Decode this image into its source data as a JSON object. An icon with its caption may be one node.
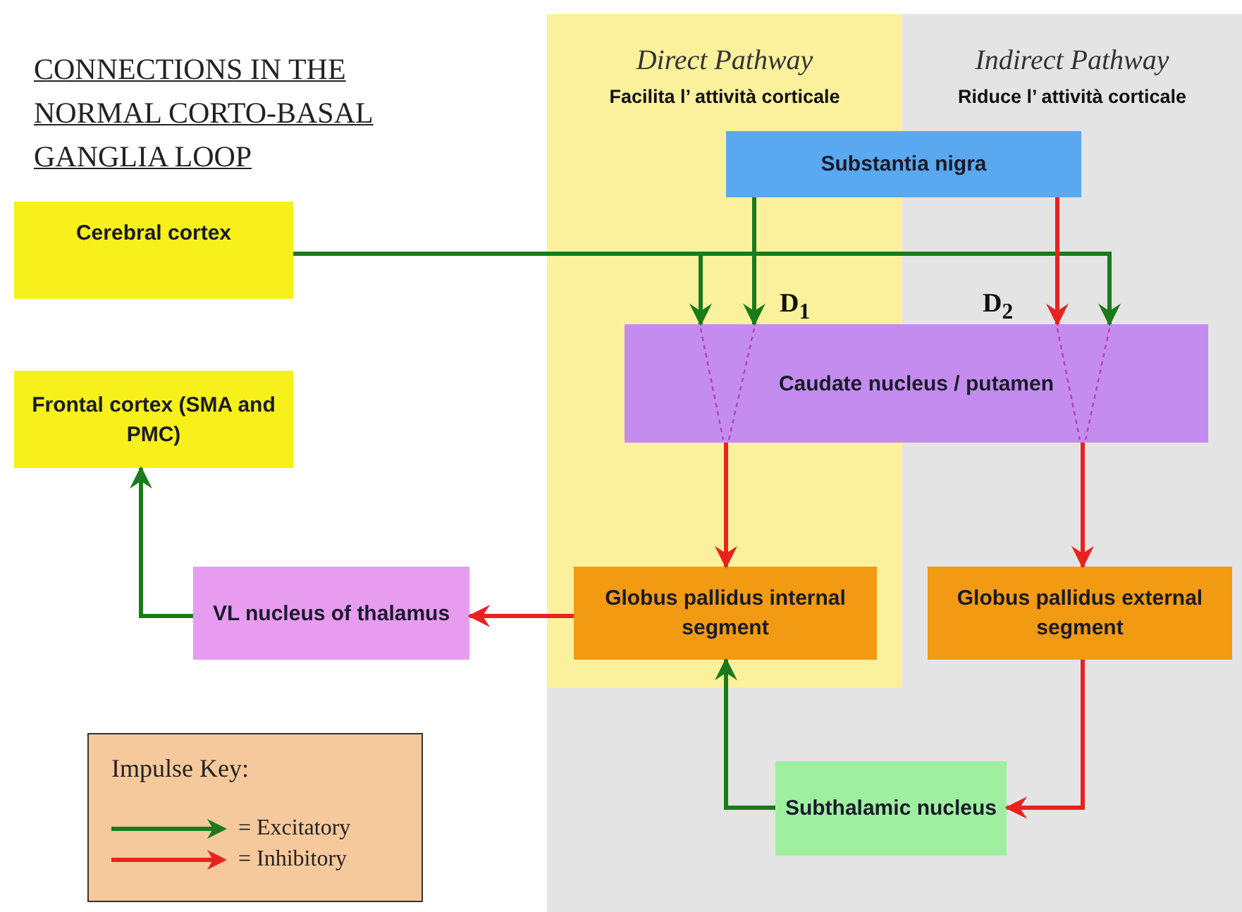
{
  "diagram": {
    "title": "CONNECTIONS IN THE NORMAL CORTO-BASAL GANGLIA LOOP",
    "nodes": [
      {
        "text": [
          "Indirect Pathway",
          "Riduce l’ attività corticale"
        ]
      },
      {
        "text": [
          "Direct Pathway",
          "Facilita l’ attività corticale"
        ],
        "in": 0
      },
      {
        "text": [
          "Cerebral cortex"
        ]
      },
      {
        "text": [
          "Frontal cortex (SMA and PMC)"
        ]
      },
      {
        "text": [
          "Substantia nigra"
        ],
        "in": 0
      },
      {
        "text": [
          "Caudate nucleus / putamen"
        ],
        "in": 0
      },
      {
        "text": [
          "VL nucleus of thalamus"
        ]
      },
      {
        "text": [
          "Globus pallidus internal segment"
        ],
        "in": 1
      },
      {
        "text": [
          "Globus pallidus external segment"
        ],
        "in": 0
      },
      {
        "text": [
          "Subthalamic nucleus"
        ],
        "in": 0
      }
    ],
    "edges": [
      {
        "from": 2,
        "to": 5,
        "arrow": "to",
        "color": "#1b7a1b"
      },
      {
        "from": 2,
        "to": 5,
        "arrow": "to",
        "color": "#1b7a1b"
      },
      {
        "from": 4,
        "to": 5,
        "arrow": "to",
        "color": "#1b7a1b"
      },
      {
        "from": 4,
        "to": 5,
        "arrow": "to",
        "color": "#e8231e"
      },
      {
        "from": 5,
        "to": 7,
        "arrow": "to",
        "color": "#e8231e"
      },
      {
        "from": 5,
        "to": 8,
        "arrow": "to",
        "color": "#e8231e"
      },
      {
        "from": 7,
        "to": 6,
        "arrow": "to",
        "color": "#e8231e"
      },
      {
        "from": 6,
        "to": 3,
        "arrow": "to",
        "color": "#1b7a1b"
      },
      {
        "from": 8,
        "to": 9,
        "arrow": "to",
        "color": "#e8231e"
      },
      {
        "from": 9,
        "to": 7,
        "arrow": "to",
        "color": "#1b7a1b"
      }
    ],
    "labels": [
      "D$_{1}$",
      "D$_{2}$",
      "Impulse Key:"
    ],
    "legend": [
      {
        "text": "= Excitatory",
        "color": "#1b7a1b"
      },
      {
        "text": "= Inhibitory",
        "color": "#e8231e"
      }
    ]
  }
}
